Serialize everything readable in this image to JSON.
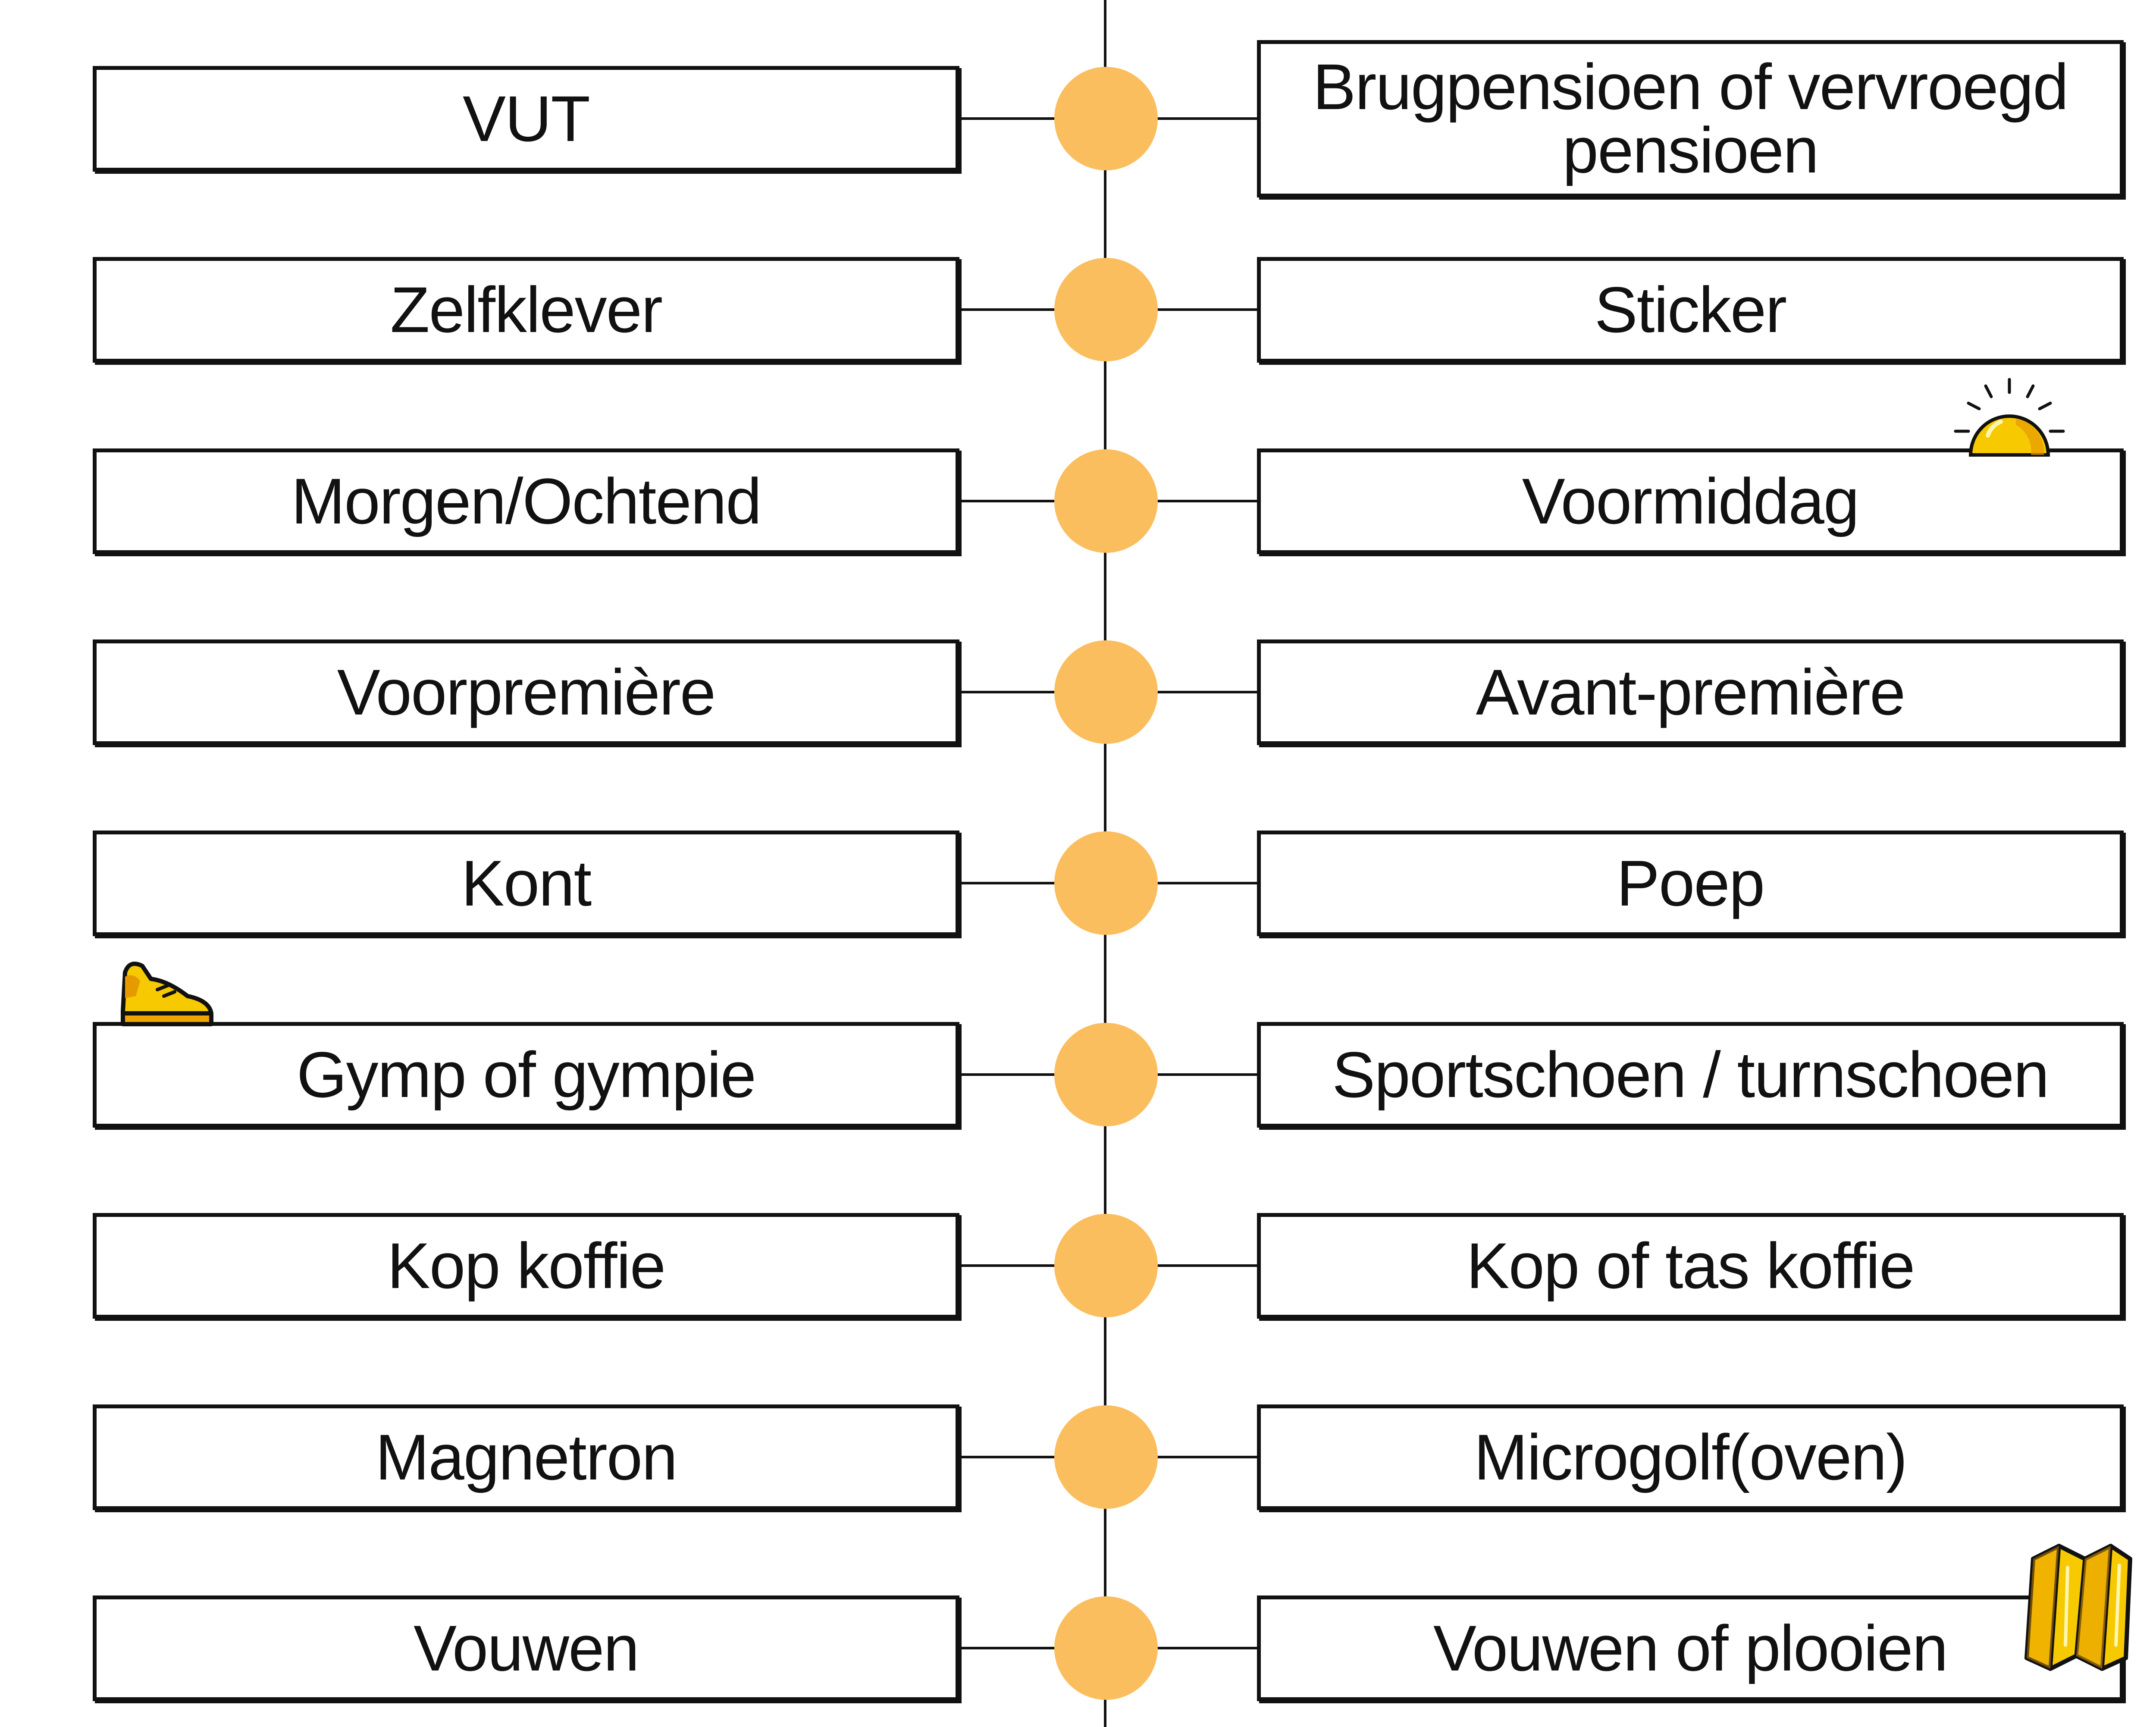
{
  "colors": {
    "dot": "#fbbe5e",
    "line": "#111111",
    "icon_fill": "#f7c900"
  },
  "pairs": [
    {
      "left": "VUT",
      "right": "Brugpensioen of vervroegd pensioen"
    },
    {
      "left": "Zelfklever",
      "right": "Sticker"
    },
    {
      "left": "Morgen/Ochtend",
      "right": "Voormiddag"
    },
    {
      "left": "Voorpremière",
      "right": "Avant-première"
    },
    {
      "left": "Kont",
      "right": "Poep"
    },
    {
      "left": "Gymp of gympie",
      "right": "Sportschoen / turnschoen"
    },
    {
      "left": "Kop koffie",
      "right": "Kop of tas koffie"
    },
    {
      "left": "Magnetron",
      "right": "Microgolf(oven)"
    },
    {
      "left": "Vouwen",
      "right": "Vouwen of plooien"
    }
  ],
  "decorations": [
    "sun-icon",
    "sneaker-icon",
    "folded-map-icon"
  ]
}
